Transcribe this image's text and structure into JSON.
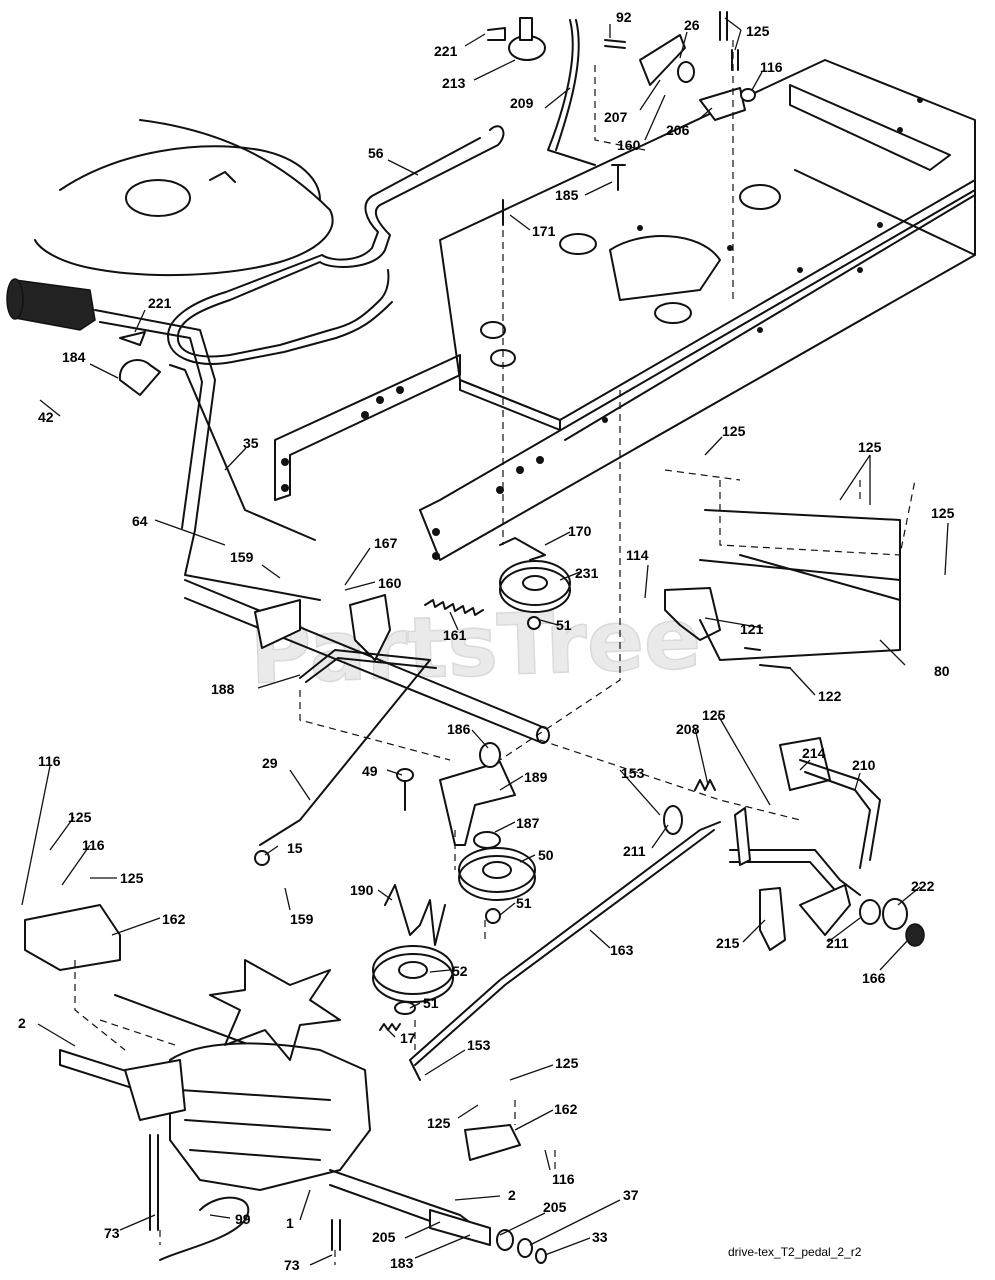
{
  "watermark": "PartsTree",
  "diagram_code": "drive-tex_T2_pedal_2_r2",
  "callouts": [
    "221",
    "92",
    "26",
    "125",
    "213",
    "116",
    "209",
    "207",
    "206",
    "160",
    "56",
    "185",
    "171",
    "221",
    "184",
    "42",
    "35",
    "125",
    "125",
    "64",
    "125",
    "167",
    "159",
    "160",
    "170",
    "231",
    "114",
    "51",
    "161",
    "121",
    "188",
    "122",
    "80",
    "186",
    "189",
    "49",
    "208",
    "125",
    "214",
    "210",
    "29",
    "116",
    "153",
    "187",
    "125",
    "15",
    "211",
    "50",
    "116",
    "125",
    "222",
    "159",
    "190",
    "51",
    "162",
    "215",
    "211",
    "163",
    "166",
    "52",
    "51",
    "2",
    "17",
    "153",
    "125",
    "162",
    "125",
    "116",
    "2",
    "73",
    "99",
    "1",
    "205",
    "205",
    "37",
    "33",
    "73",
    "183"
  ]
}
